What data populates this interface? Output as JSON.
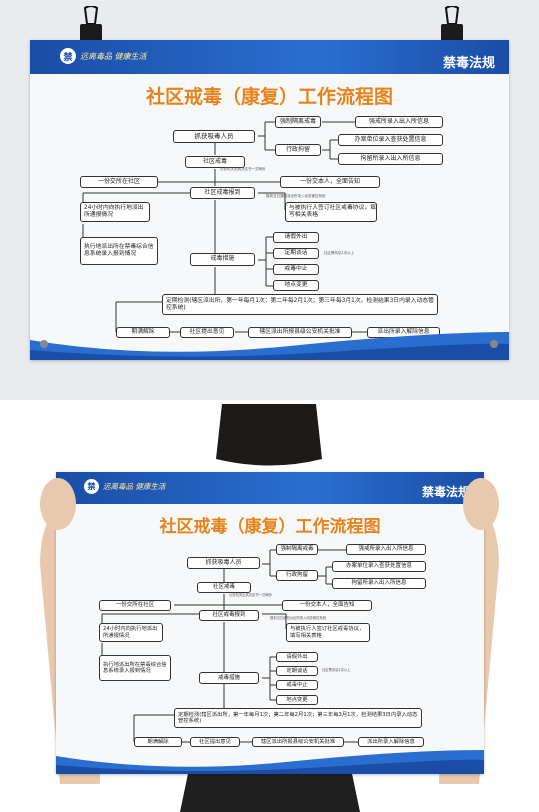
{
  "poster": {
    "title": "社区戒毒（康复）工作流程图",
    "tag": "禁毒法规",
    "logo_text": "远离毒品 健康生活",
    "logo_mark": "禁"
  },
  "flow": {
    "capture": "抓获吸毒人员",
    "isolation": "强制隔离戒毒",
    "isolation_note": "强戒所录入出入所信息",
    "detention": "行政拘留",
    "handling_note": "办案单位录入查获处置信息",
    "jail_note": "拘留所录入出入所信息",
    "community": "社区戒毒",
    "public_security_note": "公安机关出具决定书一式两份",
    "hand_to_community": "一份交所在社区",
    "hand_to_person": "一份交本人，全面告知",
    "report": "社区戒毒报到",
    "notify_police_note": "报到当日通知派出所录入动态管控系统",
    "within_24h": "24小时内向执行地派出所通报情况",
    "agreement": "与被执行人签订社区戒毒协议，填写相关表格",
    "police_entry": "执行地派出所在禁毒综合信息系统录入报到情况",
    "measures": "戒毒措施",
    "leave": "请假外出",
    "talk": "定期谈话",
    "terminate": "戒毒中止",
    "address_change": "地点变更",
    "measures_note": "社区警务站1次以上",
    "testing": "定期检测(辖区派出所，第一年每月1次；第二年每2月1次；第三年每3月1次，检测结果3日内录入动态管控系统)",
    "release": "期满解除",
    "community_opinion": "社区提出意见",
    "police_approval": "辖区派出所报县级公安机关批准",
    "release_entry": "派出所录入解除信息"
  },
  "colors": {
    "banner": "#1a4da6",
    "title": "#e8831a",
    "board": "#f7f8fa"
  }
}
